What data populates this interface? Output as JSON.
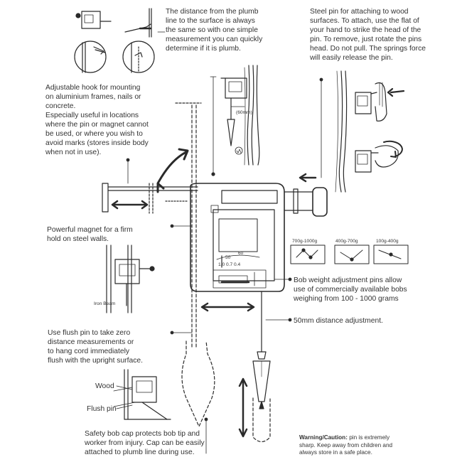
{
  "plumb_text": [
    "The distance from the plumb",
    "line to the surface is always",
    "the same so with one simple",
    "measurement you can quickly",
    "determine if it is plumb."
  ],
  "steel_pin_text": [
    "Steel pin for attaching to wood",
    "surfaces. To attach, use the flat of",
    "your hand to strike the head of the",
    "pin. To remove, just rotate the pins",
    "head. Do not pull. The springs force",
    "will easily release the pin."
  ],
  "hook_text": [
    "Adjustable hook for mounting",
    "on aluminium frames, nails or",
    "concrete.",
    "Especially useful in locations",
    "where the pin or magnet cannot",
    "be used, or where you wish to",
    "avoid marks (stores inside body",
    "when not in use)."
  ],
  "magnet_text": [
    "Powerful magnet for a firm",
    "hold on steel walls."
  ],
  "flush_text": [
    "Use flush pin to take zero",
    "distance measurements or",
    "to hang cord immediately",
    "flush with the upright surface."
  ],
  "bob_weight_text": [
    "Bob weight adjustment pins allow",
    "use of commercially available bobs",
    "weighing from 100 - 1000 grams"
  ],
  "distance_adj_text": "50mm distance adjustment.",
  "safety_text": [
    "Safety bob cap protects bob tip and",
    "worker from injury. Cap can be easily",
    "attached to plumb line during use."
  ],
  "warning_label": "Warning/Caution:",
  "warning_text": [
    " pin is extremely",
    "sharp. Keep away from children and",
    "always store in a safe place."
  ],
  "label_wood": "Wood",
  "label_flush_pin": "Flush pin",
  "label_iron_beam": "Iron Beam",
  "label_60mm": "(60mm)",
  "weights": [
    "700g-1000g",
    "400g-700g",
    "100g-400g"
  ],
  "scale_50": "50",
  "scale_60": "60",
  "scale_row": "1.0 0.7 0.4"
}
